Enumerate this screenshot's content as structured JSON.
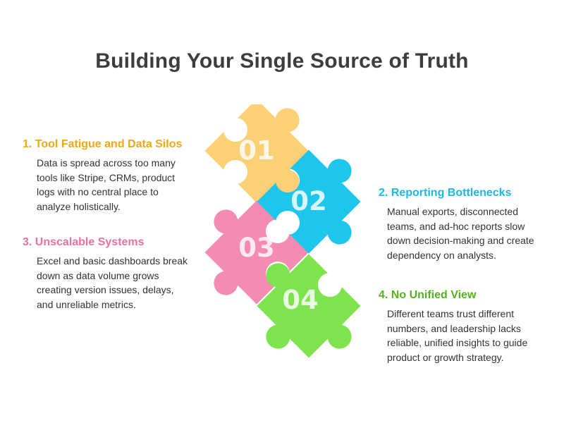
{
  "title": "Building Your Single Source of Truth",
  "items": [
    {
      "heading": "1. Tool Fatigue and Data Silos",
      "description": "Data is spread across too many tools like Stripe, CRMs, product logs with no central place to analyze holistically.",
      "number": "01",
      "color": "#fcd074"
    },
    {
      "heading": "2. Reporting Bottlenecks",
      "description": "Manual exports, disconnected teams, and ad-hoc reports slow down decision-making and create dependency on analysts.",
      "number": "02",
      "color": "#1ec6ec"
    },
    {
      "heading": "3. Unscalable Systems",
      "description": "Excel and basic dashboards break down as data volume grows creating version issues, delays, and unreliable metrics.",
      "number": "03",
      "color": "#f38bb2"
    },
    {
      "heading": "4. No Unified View",
      "description": "Different teams trust different numbers, and leadership lacks reliable, unified insights to guide product or growth strategy.",
      "number": "04",
      "color": "#7ee44e"
    }
  ]
}
